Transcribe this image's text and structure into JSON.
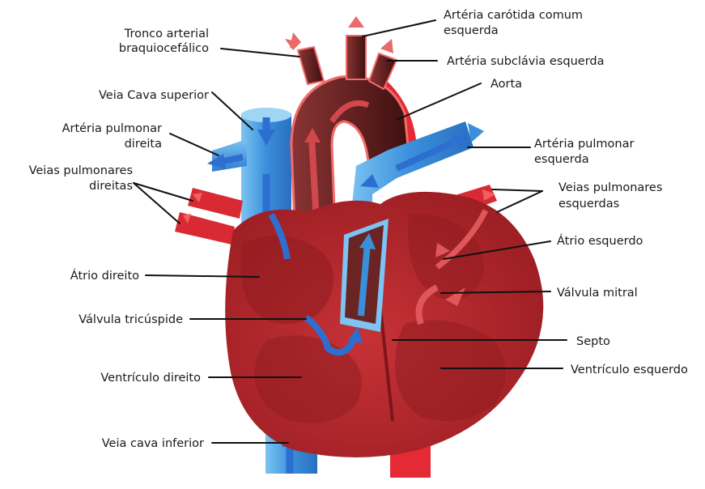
{
  "diagram": {
    "labels": {
      "tronco_l1": "Tronco arterial",
      "tronco_l2": "braquiocefálico",
      "carotida_l1": "Artéria carótida comum",
      "carotida_l2": "esquerda",
      "subclavia": "Artéria subclávia esquerda",
      "aorta": "Aorta",
      "cava_sup": "Veia Cava superior",
      "pulm_dir_l1": "Artéria pulmonar",
      "pulm_dir_l2": "direita",
      "veias_dir_l1": "Veias pulmonares",
      "veias_dir_l2": "direitas",
      "pulm_esq_l1": "Artéria pulmonar",
      "pulm_esq_l2": "esquerda",
      "veias_esq_l1": "Veias pulmonares",
      "veias_esq_l2": "esquerdas",
      "atrio_esq": "Átrio esquerdo",
      "atrio_dir": "Átrio direito",
      "valv_mitral": "Válvula mitral",
      "valv_tric": "Válvula tricúspide",
      "septo": "Septo",
      "vent_esq": "Ventrículo esquerdo",
      "vent_dir": "Ventrículo direito",
      "cava_inf": "Veia cava inferior"
    },
    "colors": {
      "heart": "#b3272b",
      "heart_dark": "#7e1519",
      "heart_light": "#c9383b",
      "aorta_inner": "#6b2626",
      "artery_red": "#e32a35",
      "vein_blue": "#3a8fdb",
      "vein_light": "#7cc4f2",
      "arrow_red": "#e0575a",
      "arrow_blue": "#2d6fd0"
    }
  }
}
